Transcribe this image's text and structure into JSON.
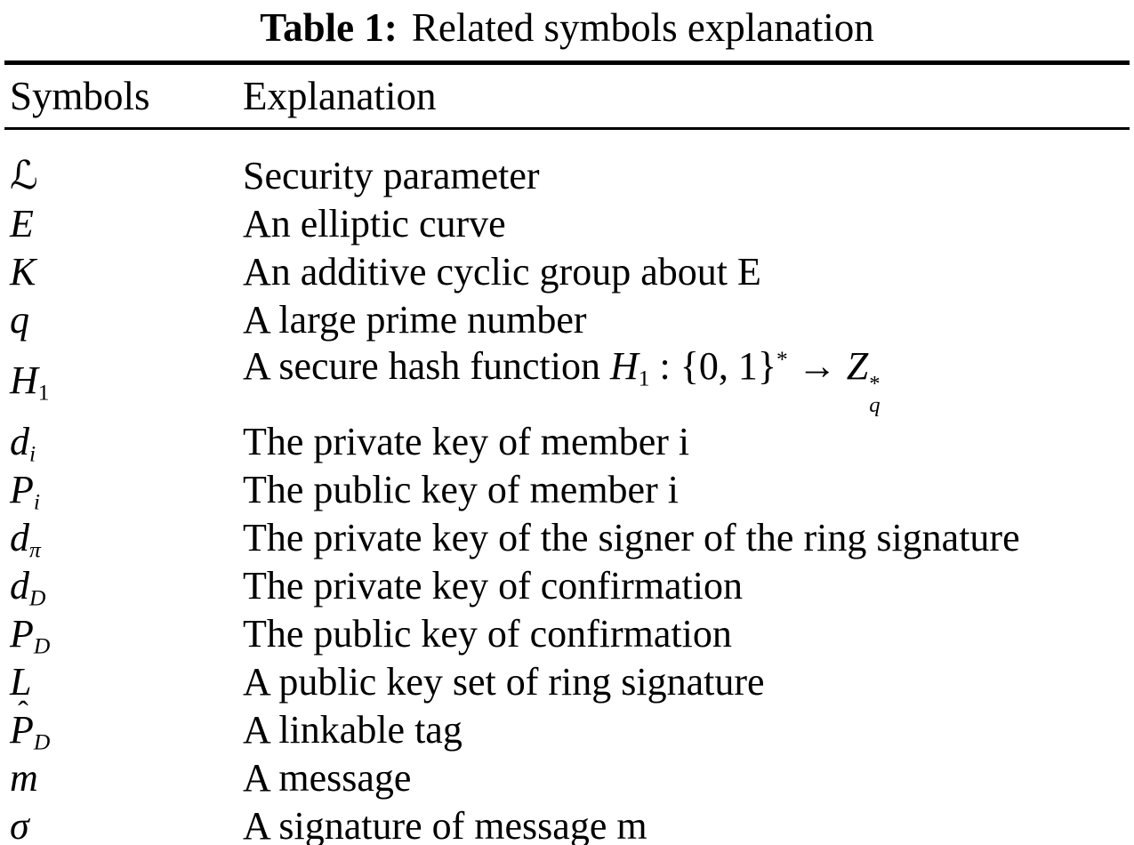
{
  "page": {
    "background_color": "#ffffff",
    "text_color": "#000000",
    "rule_color": "#000000"
  },
  "caption": {
    "label": "Table 1:",
    "text": "Related symbols explanation"
  },
  "table": {
    "headers": [
      {
        "label": "Symbols"
      },
      {
        "label": "Explanation"
      }
    ],
    "rows": [
      {
        "symbol": "ℒ",
        "explanation": "Security parameter",
        "symbol_html": "<span class=\"scr\">ℒ</span>",
        "explanation_html": "Security parameter"
      },
      {
        "symbol": "E",
        "explanation": "An elliptic curve",
        "symbol_html": "<i>E</i>",
        "explanation_html": "An elliptic curve"
      },
      {
        "symbol": "K",
        "explanation": "An additive cyclic group about E",
        "symbol_html": "<i>K</i>",
        "explanation_html": "An additive cyclic group about E"
      },
      {
        "symbol": "q",
        "explanation": "A large prime number",
        "symbol_html": "<i>q</i>",
        "explanation_html": "A large prime number"
      },
      {
        "symbol": "H_1",
        "explanation": "A secure hash function H_1 : {0, 1}* → Z_q*",
        "symbol_html": "<i>H</i><sub>1</sub>",
        "explanation_html": "A secure hash function <i>H</i><sub>1</sub> : {0, 1}<sup>*</sup> → <i>Z</i><span class=\"zstack\"><span>*</span><span><i>q</i></span></span>"
      },
      {
        "symbol": "d_i",
        "explanation": "The private key of member i",
        "symbol_html": "<i>d</i><sub><i>i</i></sub>",
        "explanation_html": "The private key of member i"
      },
      {
        "symbol": "P_i",
        "explanation": "The public key of member i",
        "symbol_html": "<i>P</i><sub><i>i</i></sub>",
        "explanation_html": "The public key of member i"
      },
      {
        "symbol": "d_π",
        "explanation": "The private key of the signer of the ring signature",
        "symbol_html": "<i>d</i><sub><i>π</i></sub>",
        "explanation_html": "The private key of the signer of the ring signature"
      },
      {
        "symbol": "d_D",
        "explanation": "The private key of confirmation",
        "symbol_html": "<i>d</i><sub><i>D</i></sub>",
        "explanation_html": "The private key of confirmation"
      },
      {
        "symbol": "P_D",
        "explanation": "The public key of confirmation",
        "symbol_html": "<i>P</i><sub><i>D</i></sub>",
        "explanation_html": "The public key of confirmation"
      },
      {
        "symbol": "L",
        "explanation": "A public key set of ring signature",
        "symbol_html": "<i>L</i>",
        "explanation_html": "A public key set of ring signature"
      },
      {
        "symbol": "P̂_D",
        "explanation": "A linkable tag",
        "symbol_html": "<span class=\"phat\"><span class=\"hat\">ˆ</span><i>P</i></span><sub><i>D</i></sub>",
        "explanation_html": "A linkable tag"
      },
      {
        "symbol": "m",
        "explanation": "A message",
        "symbol_html": "<i>m</i>",
        "explanation_html": "A message"
      },
      {
        "symbol": "σ",
        "explanation": "A signature of message m",
        "symbol_html": "<i>σ</i>",
        "explanation_html": "A signature of message m"
      }
    ]
  }
}
